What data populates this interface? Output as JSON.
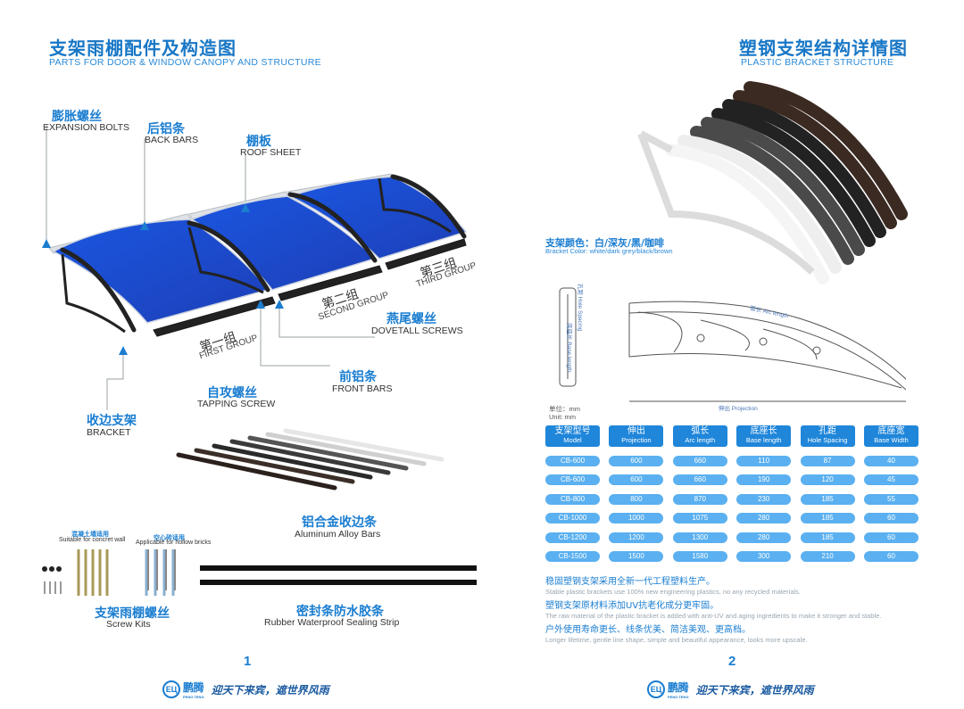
{
  "left_page": {
    "title_cn": "支架雨棚配件及构造图",
    "title_en": "PARTS FOR DOOR & WINDOW CANOPY AND STRUCTURE",
    "labels": {
      "expansion_bolts": {
        "cn": "膨胀螺丝",
        "en": "EXPANSION BOLTS"
      },
      "back_bars": {
        "cn": "后铝条",
        "en": "BACK BARS"
      },
      "roof_sheet": {
        "cn": "棚板",
        "en": "ROOF SHEET"
      },
      "dovetail_screws": {
        "cn": "燕尾螺丝",
        "en": "DOVETALL SCREWS"
      },
      "front_bars": {
        "cn": "前铝条",
        "en": "FRONT BARS"
      },
      "tapping_screw": {
        "cn": "自攻螺丝",
        "en": "TAPPING SCREW"
      },
      "bracket": {
        "cn": "收边支架",
        "en": "BRACKET"
      }
    },
    "groups": [
      {
        "cn": "第一组",
        "en": "FIRST GROUP"
      },
      {
        "cn": "第二组",
        "en": "SECOND GROUP"
      },
      {
        "cn": "第三组",
        "en": "THIRD GROUP"
      }
    ],
    "aluminum_bars": {
      "cn": "铝合金收边条",
      "en": "Aluminum Alloy Bars"
    },
    "screw_kits": {
      "cn": "支架雨棚螺丝",
      "en": "Screw Kits",
      "note_concrete_cn": "混凝土墙适用",
      "note_concrete_en": "Suitable for concret wall",
      "note_hollow_cn": "空心砖适用",
      "note_hollow_en": "Applicable for hollow bricks"
    },
    "sealing_strip": {
      "cn": "密封条防水胶条",
      "en": "Rubber Waterproof Sealing Strip"
    },
    "page_number": "1"
  },
  "right_page": {
    "title_cn": "塑钢支架结构详情图",
    "title_en": "PLASTIC BRACKET STRUCTURE",
    "color_title_cn": "支架颜色：白/深灰/黑/咖啡",
    "color_title_en": "Bracket Color: white/dark grey/black/brown",
    "diagram_labels": {
      "hole_spacing": "孔距 Hole Spacing",
      "base_length": "底座长 Base length",
      "arc_length": "弧长 Arc length",
      "projection": "伸出 Projection"
    },
    "unit_cn": "单位：mm",
    "unit_en": "Unit: mm",
    "table": {
      "headers": [
        {
          "cn": "支架型号",
          "en": "Model"
        },
        {
          "cn": "伸出",
          "en": "Projection"
        },
        {
          "cn": "弧长",
          "en": "Arc length"
        },
        {
          "cn": "底座长",
          "en": "Base length"
        },
        {
          "cn": "孔距",
          "en": "Hole Spacing"
        },
        {
          "cn": "底座宽",
          "en": "Base Width"
        }
      ],
      "rows": [
        [
          "CB-600",
          "600",
          "660",
          "110",
          "87",
          "40"
        ],
        [
          "CB-600",
          "600",
          "660",
          "190",
          "120",
          "45"
        ],
        [
          "CB-800",
          "800",
          "870",
          "230",
          "185",
          "55"
        ],
        [
          "CB-1000",
          "1000",
          "1075",
          "280",
          "185",
          "60"
        ],
        [
          "CB-1200",
          "1200",
          "1300",
          "280",
          "185",
          "60"
        ],
        [
          "CB-1500",
          "1500",
          "1580",
          "300",
          "210",
          "60"
        ]
      ]
    },
    "descriptions": [
      {
        "cn": "稳固塑钢支架采用全新一代工程塑料生产。",
        "en": "Stable plastic brackets use 100% new engineering plastics, no any recycled materials."
      },
      {
        "cn": "塑钢支架原材料添加UV抗老化成分更牢固。",
        "en": "The raw material of the plastic bracket is added with anti-UV and aging ingredients to make it stronger and stable."
      },
      {
        "cn": "户外使用寿命更长、线条优美、简洁美观、更高档。",
        "en": "Longer lifetime, gentle line shape, simple and beautiful appearance, looks more upscale."
      }
    ],
    "page_number": "2"
  },
  "footer": {
    "logo_text": "ЕЦ",
    "brand": "鹏腾",
    "brand_sub": "PENG TENG",
    "slogan": "迎天下来宾，遮世界风雨"
  },
  "colors": {
    "title_blue": "#1877c6",
    "roof_blue": "#1f5fd8",
    "table_header": "#1f86da",
    "table_cell": "#5ab0f0"
  }
}
